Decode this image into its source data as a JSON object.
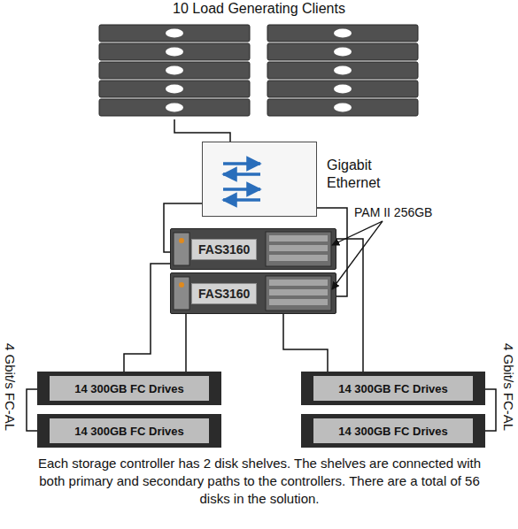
{
  "diagram": {
    "caption": "Each storage controller has 2 disk shelves. The shelves are connected with both primary and secondary paths to the controllers. There are a total of 56 disks in the solution.",
    "nodes": [
      {
        "text": [
          "10 Load Generating Clients"
        ]
      },
      {
        "text": [
          "Gigabit Ethernet"
        ]
      },
      {
        "text": [
          "FAS3160"
        ]
      },
      {
        "text": [
          "FAS3160"
        ]
      },
      {
        "text": [
          "14 300GB FC Drives"
        ]
      },
      {
        "text": [
          "14 300GB FC Drives"
        ]
      },
      {
        "text": [
          "14 300GB FC Drives"
        ]
      },
      {
        "text": [
          "14 300GB FC Drives"
        ]
      }
    ],
    "edges": [
      {
        "from": 0,
        "to": 1,
        "arrow": "none"
      },
      {
        "from": 1,
        "to": 2,
        "arrow": "none"
      },
      {
        "from": 1,
        "to": 3,
        "arrow": "none"
      },
      {
        "from": 2,
        "to": 4,
        "arrow": "none"
      },
      {
        "from": 3,
        "to": 4,
        "arrow": "none"
      },
      {
        "from": 2,
        "to": 5,
        "arrow": "none"
      },
      {
        "from": 3,
        "to": 5,
        "arrow": "none"
      },
      {
        "from": 4,
        "to": 6,
        "arrow": "none"
      },
      {
        "from": 5,
        "to": 7,
        "arrow": "none"
      }
    ],
    "labels": [
      "PAM II 256GB",
      "4 Gbit/s FC-AL",
      "4 Gbit/s FC-AL"
    ]
  }
}
